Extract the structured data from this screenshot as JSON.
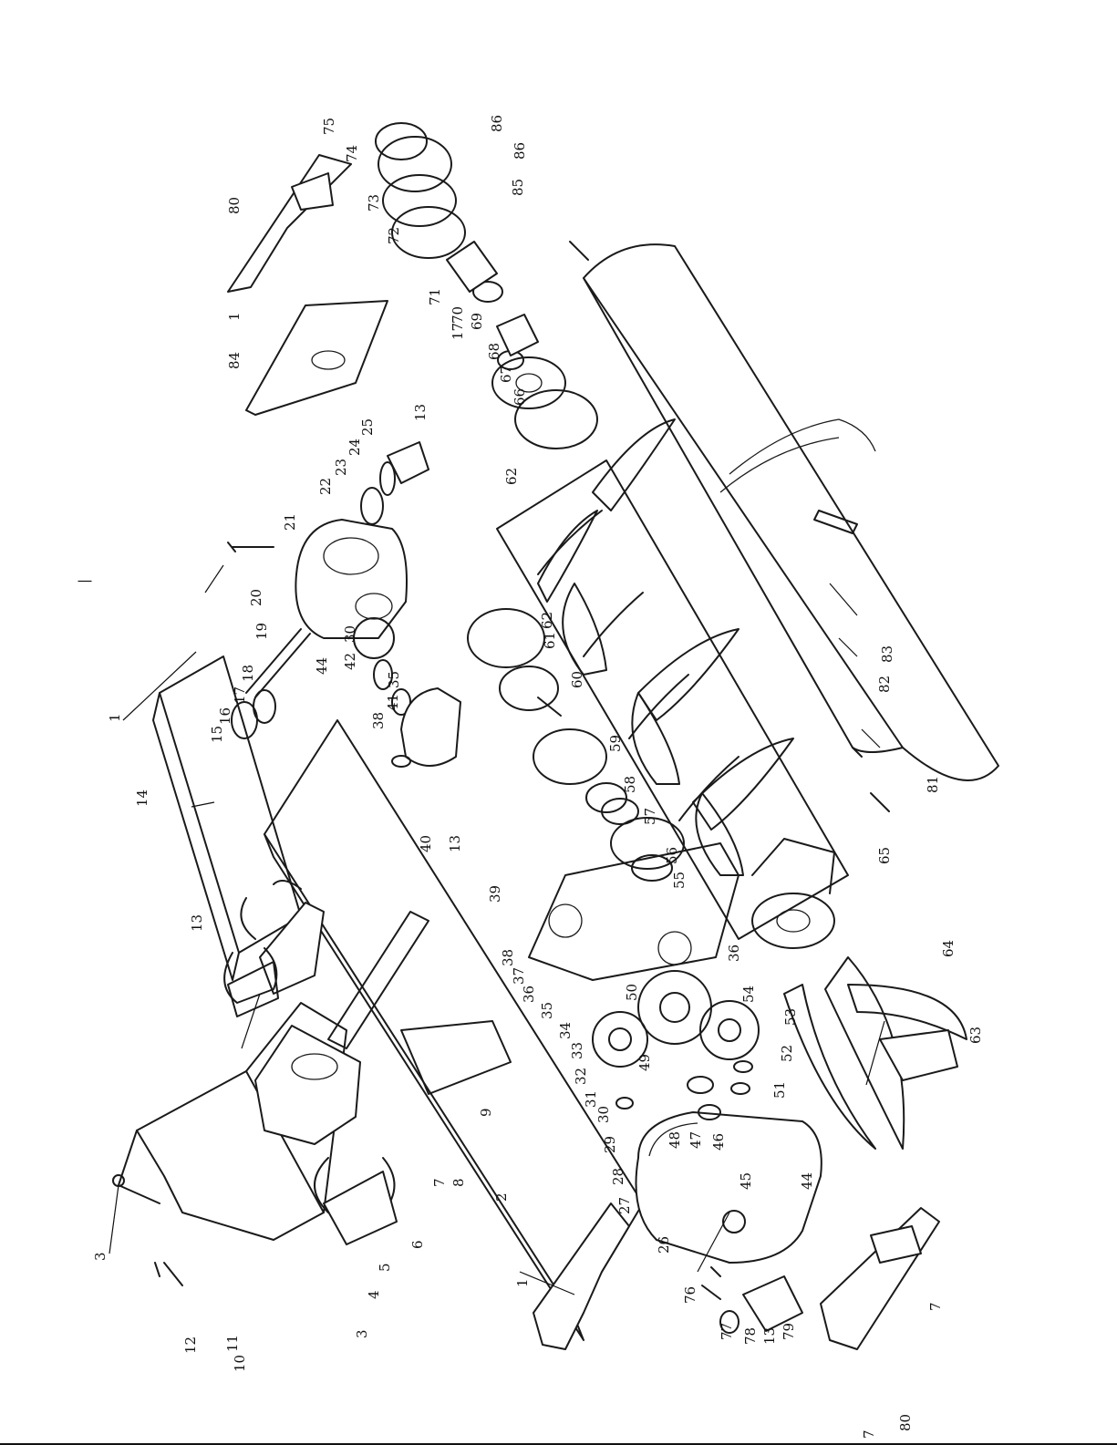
{
  "side_mark": "|",
  "parts": [
    {
      "no": "1"
    },
    {
      "no": "1"
    },
    {
      "no": "1"
    },
    {
      "no": "2"
    },
    {
      "no": "3"
    },
    {
      "no": "3"
    },
    {
      "no": "4"
    },
    {
      "no": "5"
    },
    {
      "no": "6"
    },
    {
      "no": "7"
    },
    {
      "no": "7"
    },
    {
      "no": "7"
    },
    {
      "no": "8"
    },
    {
      "no": "9"
    },
    {
      "no": "10"
    },
    {
      "no": "11"
    },
    {
      "no": "12"
    },
    {
      "no": "13"
    },
    {
      "no": "13"
    },
    {
      "no": "13"
    },
    {
      "no": "13"
    },
    {
      "no": "14"
    },
    {
      "no": "15"
    },
    {
      "no": "16"
    },
    {
      "no": "17"
    },
    {
      "no": "17"
    },
    {
      "no": "18"
    },
    {
      "no": "19"
    },
    {
      "no": "20"
    },
    {
      "no": "21"
    },
    {
      "no": "22"
    },
    {
      "no": "23"
    },
    {
      "no": "24"
    },
    {
      "no": "25"
    },
    {
      "no": "26"
    },
    {
      "no": "27"
    },
    {
      "no": "28"
    },
    {
      "no": "29"
    },
    {
      "no": "30"
    },
    {
      "no": "30"
    },
    {
      "no": "31"
    },
    {
      "no": "32"
    },
    {
      "no": "33"
    },
    {
      "no": "34"
    },
    {
      "no": "35"
    },
    {
      "no": "35"
    },
    {
      "no": "36"
    },
    {
      "no": "36"
    },
    {
      "no": "37"
    },
    {
      "no": "38"
    },
    {
      "no": "38"
    },
    {
      "no": "39"
    },
    {
      "no": "40"
    },
    {
      "no": "41"
    },
    {
      "no": "42"
    },
    {
      "no": "44"
    },
    {
      "no": "44"
    },
    {
      "no": "45"
    },
    {
      "no": "46"
    },
    {
      "no": "47"
    },
    {
      "no": "48"
    },
    {
      "no": "49"
    },
    {
      "no": "50"
    },
    {
      "no": "51"
    },
    {
      "no": "52"
    },
    {
      "no": "53"
    },
    {
      "no": "54"
    },
    {
      "no": "55"
    },
    {
      "no": "56"
    },
    {
      "no": "57"
    },
    {
      "no": "58"
    },
    {
      "no": "59"
    },
    {
      "no": "60"
    },
    {
      "no": "61"
    },
    {
      "no": "62"
    },
    {
      "no": "62"
    },
    {
      "no": "63"
    },
    {
      "no": "64"
    },
    {
      "no": "65"
    },
    {
      "no": "66"
    },
    {
      "no": "67"
    },
    {
      "no": "68"
    },
    {
      "no": "69"
    },
    {
      "no": "70"
    },
    {
      "no": "71"
    },
    {
      "no": "72"
    },
    {
      "no": "73"
    },
    {
      "no": "74"
    },
    {
      "no": "75"
    },
    {
      "no": "76"
    },
    {
      "no": "77"
    },
    {
      "no": "78"
    },
    {
      "no": "79"
    },
    {
      "no": "80"
    },
    {
      "no": "80"
    },
    {
      "no": "81"
    },
    {
      "no": "82"
    },
    {
      "no": "83"
    },
    {
      "no": "84"
    },
    {
      "no": "85"
    },
    {
      "no": "86"
    },
    {
      "no": "86"
    }
  ]
}
